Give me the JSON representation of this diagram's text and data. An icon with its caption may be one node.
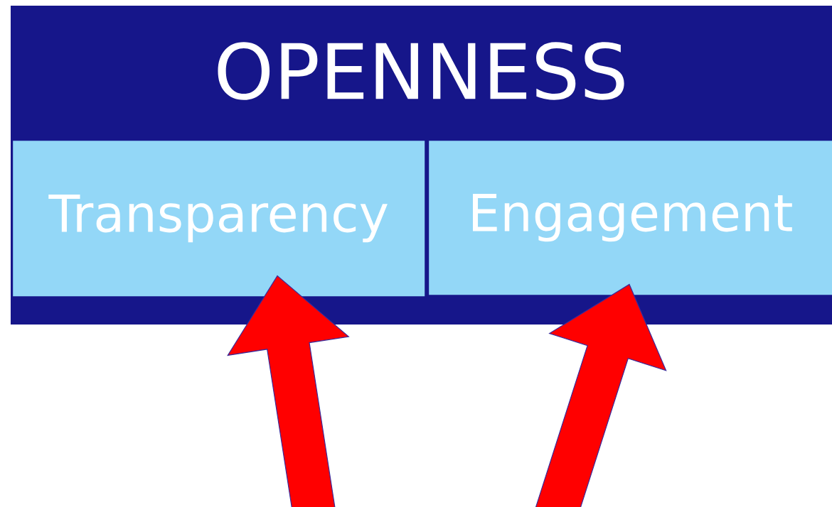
{
  "diagram": {
    "nodes": [
      {
        "text": [
          "OPENNESS"
        ]
      },
      {
        "text": [
          "Transparency"
        ],
        "in": 0
      },
      {
        "text": [
          "Engagement"
        ],
        "in": 0
      }
    ],
    "edges": [
      {
        "from": null,
        "to": 1,
        "arrow": "to"
      },
      {
        "from": null,
        "to": 2,
        "arrow": "to"
      }
    ]
  }
}
